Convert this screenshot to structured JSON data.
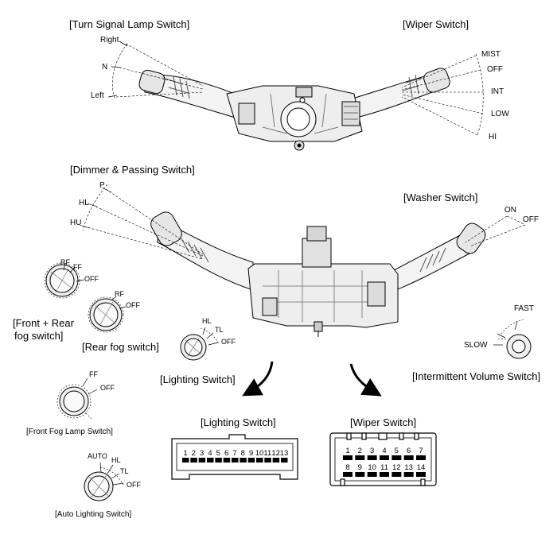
{
  "titles": {
    "turn_signal": "[Turn Signal Lamp Switch]",
    "wiper": "[Wiper Switch]",
    "dimmer": "[Dimmer & Passing Switch]",
    "washer": "[Washer Switch]",
    "front_rear_fog_line1": "[Front + Rear",
    "front_rear_fog_line2": "fog switch]",
    "rear_fog": "[Rear fog switch]",
    "lighting": "[Lighting Switch]",
    "intermittent": "[Intermittent Volume Switch]",
    "front_fog_lamp": "[Front Fog Lamp Switch]",
    "auto_lighting": "[Auto Lighting Switch]",
    "connector_lighting": "[Lighting Switch]",
    "connector_wiper": "[Wiper Switch]"
  },
  "turn_signal_positions": [
    "Right",
    "N",
    "Left"
  ],
  "wiper_positions": [
    "MIST",
    "OFF",
    "INT",
    "LOW",
    "HI"
  ],
  "dimmer_positions": [
    "P",
    "HL",
    "HU"
  ],
  "washer_positions": [
    "ON",
    "OFF"
  ],
  "front_rear_fog_positions": [
    "RF",
    "FF",
    "OFF"
  ],
  "rear_fog_positions": [
    "RF",
    "OFF"
  ],
  "lighting_positions": [
    "HL",
    "TL",
    "OFF"
  ],
  "intermittent_positions": [
    "FAST",
    "SLOW"
  ],
  "front_fog_positions": [
    "FF",
    "OFF"
  ],
  "auto_lighting_positions": [
    "AUTO",
    "HL",
    "TL",
    "OFF"
  ],
  "lighting_connector_pins": [
    "1",
    "2",
    "3",
    "4",
    "5",
    "6",
    "7",
    "8",
    "9",
    "10",
    "11",
    "12",
    "13"
  ],
  "wiper_connector_pins_top": [
    "1",
    "2",
    "3",
    "4",
    "5",
    "6",
    "7"
  ],
  "wiper_connector_pins_bottom": [
    "8",
    "9",
    "10",
    "11",
    "12",
    "13",
    "14"
  ]
}
